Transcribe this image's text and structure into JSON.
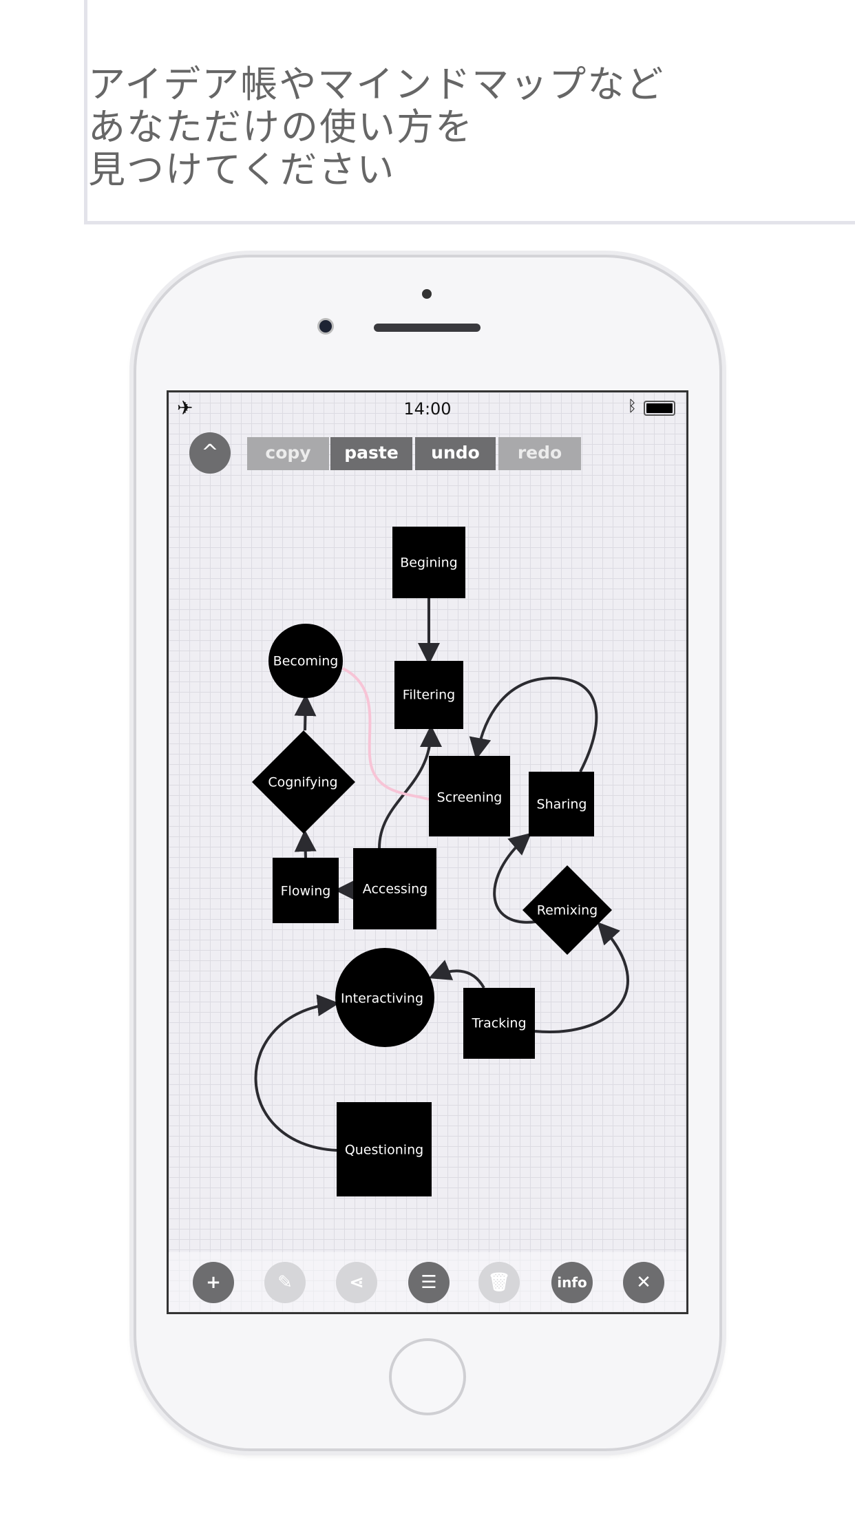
{
  "caption": {
    "lines": [
      "アイデア帳やマインドマップなど",
      "あなただけの使い方を",
      "見つけてください"
    ]
  },
  "status_bar": {
    "time": "14:00",
    "airplane_icon": "airplane-icon",
    "bluetooth_icon": "bluetooth-icon",
    "battery_icon": "battery-icon"
  },
  "toolbar": {
    "collapse": "^",
    "copy": "copy",
    "paste": "paste",
    "undo": "undo",
    "redo": "redo"
  },
  "nodes": {
    "begining": "Begining",
    "becoming": "Becoming",
    "filtering": "Filtering",
    "cognifying": "Cognifying",
    "screening": "Screening",
    "sharing": "Sharing",
    "flowing": "Flowing",
    "accessing": "Accessing",
    "remixing": "Remixing",
    "interactiving": "Interactiving",
    "tracking": "Tracking",
    "questioning": "Questioning"
  },
  "bottom_bar": {
    "add": "+",
    "edit_icon": "pencil-icon",
    "share_icon": "share-icon",
    "menu": "☰",
    "delete_icon": "trash-icon",
    "info": "info",
    "close": "✕"
  },
  "colors": {
    "node": "#000000",
    "edge": "#2b2b30",
    "highlight_edge": "#f7c4d6",
    "button_dark": "#6d6d6f",
    "button_disabled": "#d6d6d9"
  }
}
